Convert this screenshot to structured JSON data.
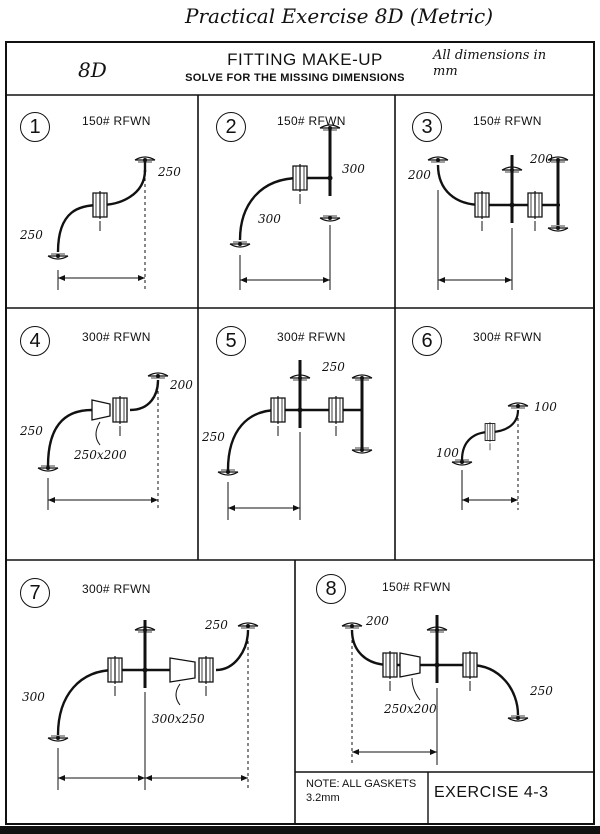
{
  "header": {
    "handwritten_title": "Practical Exercise 8D (Metric)",
    "exercise_code": "8D",
    "title": "FITTING MAKE-UP",
    "subtitle": "SOLVE FOR THE MISSING DIMENSIONS",
    "units_note": "All dimensions in mm"
  },
  "problems": [
    {
      "number": "1",
      "spec": "150# RFWN",
      "dims": [
        "250",
        "250"
      ]
    },
    {
      "number": "2",
      "spec": "150# RFWN",
      "dims": [
        "300",
        "300"
      ]
    },
    {
      "number": "3",
      "spec": "150# RFWN",
      "dims": [
        "200",
        "200"
      ]
    },
    {
      "number": "4",
      "spec": "300# RFWN",
      "dims": [
        "200",
        "250",
        "250x200"
      ]
    },
    {
      "number": "5",
      "spec": "300# RFWN",
      "dims": [
        "250",
        "250"
      ]
    },
    {
      "number": "6",
      "spec": "300# RFWN",
      "dims": [
        "100",
        "100"
      ]
    },
    {
      "number": "7",
      "spec": "300# RFWN",
      "dims": [
        "250",
        "300",
        "300x250"
      ]
    },
    {
      "number": "8",
      "spec": "150# RFWN",
      "dims": [
        "200",
        "250",
        "250x200"
      ]
    }
  ],
  "footer": {
    "note": "NOTE: ALL GASKETS 3.2mm",
    "exercise": "EXERCISE 4-3"
  }
}
